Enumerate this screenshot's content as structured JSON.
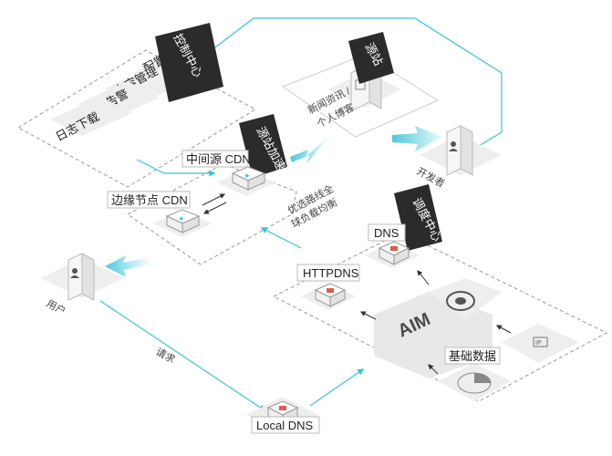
{
  "control_center": {
    "title": "控制中心",
    "items": [
      "配置管理",
      "内容管理",
      "监控告警",
      "日志下载"
    ]
  },
  "origin_station": {
    "title": "源站",
    "content_line1": "新闻资讯 /",
    "content_line2": "个人博客"
  },
  "developer": {
    "label": "开发者"
  },
  "origin_acceleration": {
    "title": "源站加速"
  },
  "mid_cdn": {
    "label": "中间源 CDN"
  },
  "edge_cdn": {
    "label": "边缘节点 CDN"
  },
  "route_note": {
    "line1": "优选路线全",
    "line2": "球负载均衡"
  },
  "scheduling_center": {
    "title": "调度中心"
  },
  "dns": {
    "label": "DNS"
  },
  "httpdns": {
    "label": "HTTPDNS"
  },
  "aim": {
    "label": "AIM"
  },
  "basic_data": {
    "label": "基础数据"
  },
  "ip_icon_text": "IP",
  "user": {
    "label": "用户"
  },
  "request": {
    "label": "请求"
  },
  "local_dns": {
    "label": "Local DNS"
  },
  "colors": {
    "accent": "#3cc3d8",
    "dark": "#2b2b2b",
    "panel": "#eeeeee",
    "server_red": "#e05a4e"
  }
}
